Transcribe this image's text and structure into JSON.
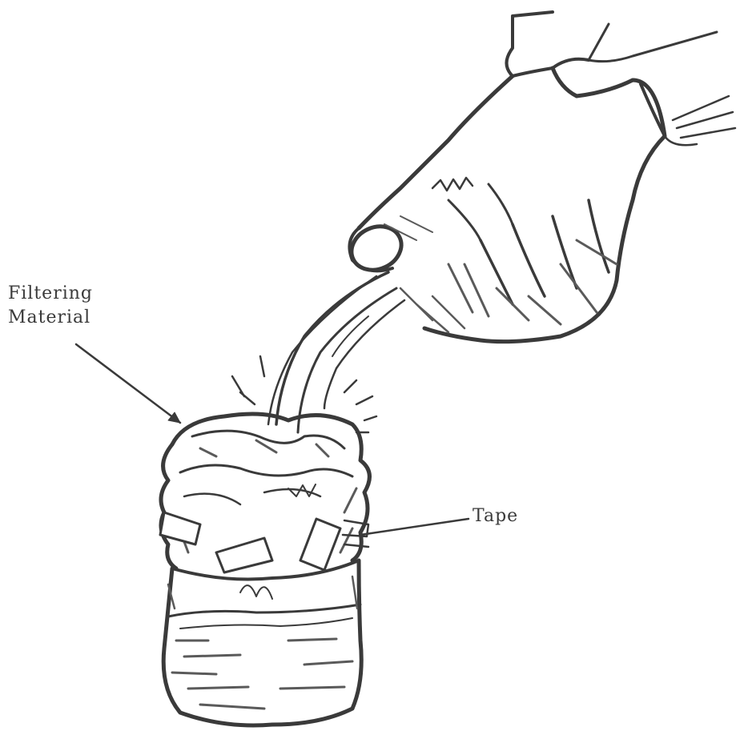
{
  "labels": {
    "filtering_line1": "Filtering",
    "filtering_line2": "Material",
    "tape": "Tape"
  },
  "colors": {
    "ink": "#3a3a3a",
    "shade": "#5a5a5a",
    "paper": "#ffffff"
  }
}
